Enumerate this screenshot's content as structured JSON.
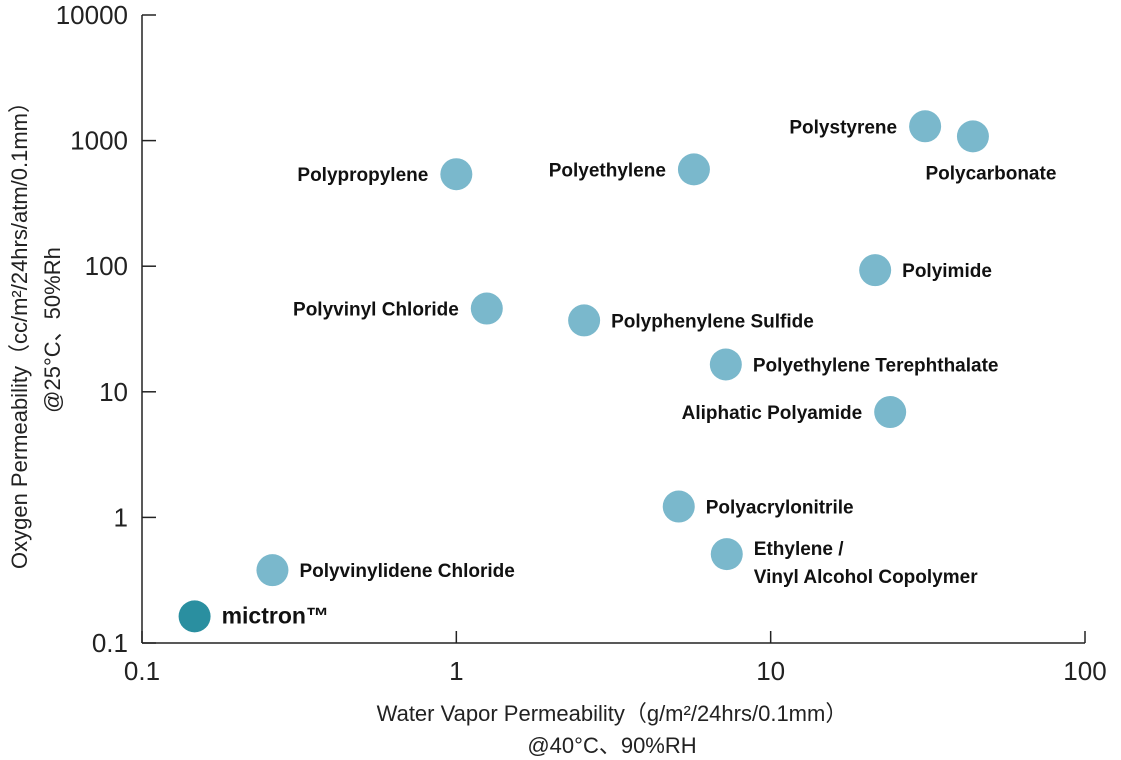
{
  "chart_data": {
    "type": "scatter",
    "xscale": "log",
    "yscale": "log",
    "xlim": [
      0.1,
      100
    ],
    "ylim": [
      0.1,
      10000
    ],
    "xticks": [
      "0.1",
      "1",
      "10",
      "100"
    ],
    "yticks": [
      "0.1",
      "1",
      "10",
      "100",
      "1000",
      "10000"
    ],
    "xlabel": "Water Vapor Permeability（g/m²/24hrs/0.1mm）",
    "xlabel2": "@40°C、90%RH",
    "ylabel": "Oxygen Permeability（cc/m²/24hrs/atm/0.1mm）",
    "ylabel2": "@25°C、50%Rh",
    "colors": {
      "point": "#7ab8cc",
      "highlight": "#2a8fa0"
    },
    "points": [
      {
        "label": "Polystyrene",
        "x": 31,
        "y": 1300,
        "anchor": "left"
      },
      {
        "label": "Polycarbonate",
        "x": 44,
        "y": 1080,
        "anchor": "below"
      },
      {
        "label": "Polypropylene",
        "x": 1.0,
        "y": 540,
        "anchor": "left"
      },
      {
        "label": "Polyethylene",
        "x": 5.7,
        "y": 590,
        "anchor": "left"
      },
      {
        "label": "Polyimide",
        "x": 21.5,
        "y": 93,
        "anchor": "right"
      },
      {
        "label": "Polyvinyl Chloride",
        "x": 1.25,
        "y": 46,
        "anchor": "left"
      },
      {
        "label": "Polyphenylene Sulfide",
        "x": 2.55,
        "y": 37,
        "anchor": "right"
      },
      {
        "label": "Polyethylene Terephthalate",
        "x": 7.2,
        "y": 16.5,
        "anchor": "right"
      },
      {
        "label": "Aliphatic Polyamide",
        "x": 24,
        "y": 6.9,
        "anchor": "left"
      },
      {
        "label": "Polyacrylonitrile",
        "x": 5.1,
        "y": 1.22,
        "anchor": "right"
      },
      {
        "label": "Ethylene /",
        "label2": "Vinyl Alcohol Copolymer",
        "x": 7.25,
        "y": 0.51,
        "anchor": "right"
      },
      {
        "label": "Polyvinylidene Chloride",
        "x": 0.26,
        "y": 0.38,
        "anchor": "right"
      },
      {
        "label": "mictron™",
        "x": 0.147,
        "y": 0.163,
        "anchor": "right",
        "highlight": true
      }
    ]
  }
}
